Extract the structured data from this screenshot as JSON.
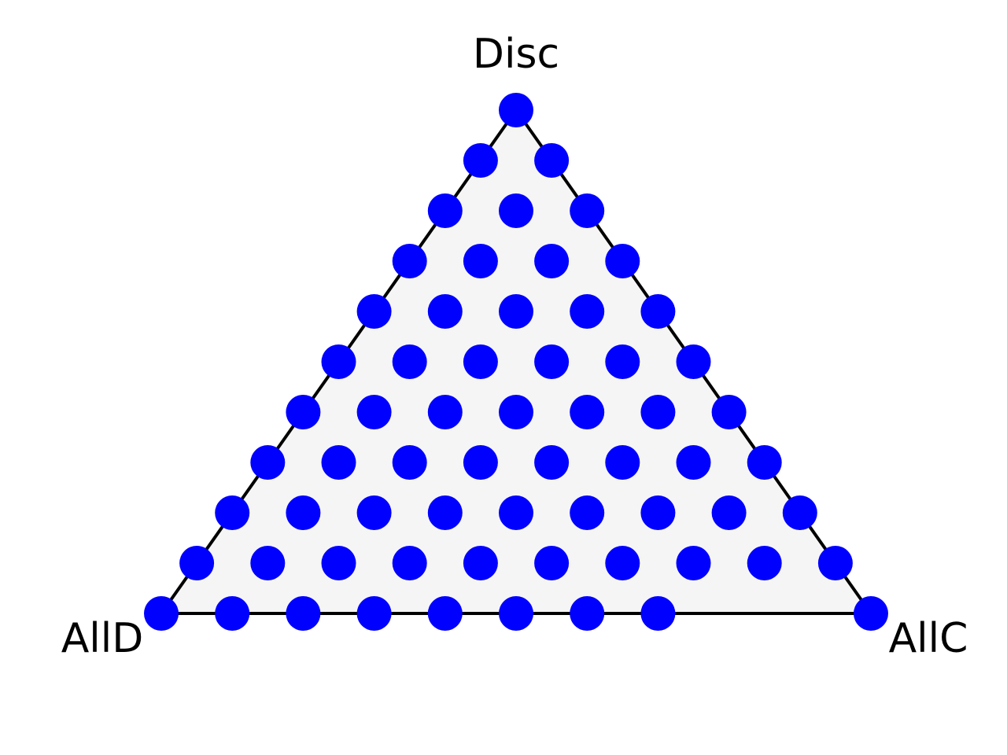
{
  "chart_data": {
    "type": "scatter",
    "title": "",
    "vertices": {
      "top": "Disc",
      "left": "AllD",
      "right": "AllC"
    },
    "grid_divisions": 10,
    "points_note_excluded": [],
    "points": [
      {
        "allc": 0.0,
        "disc": 1.0
      },
      {
        "allc": 0.0,
        "disc": 0.9
      },
      {
        "allc": 0.1,
        "disc": 0.9
      },
      {
        "allc": 0.0,
        "disc": 0.8
      },
      {
        "allc": 0.1,
        "disc": 0.8
      },
      {
        "allc": 0.2,
        "disc": 0.8
      },
      {
        "allc": 0.0,
        "disc": 0.7
      },
      {
        "allc": 0.1,
        "disc": 0.7
      },
      {
        "allc": 0.2,
        "disc": 0.7
      },
      {
        "allc": 0.3,
        "disc": 0.7
      },
      {
        "allc": 0.0,
        "disc": 0.6
      },
      {
        "allc": 0.1,
        "disc": 0.6
      },
      {
        "allc": 0.2,
        "disc": 0.6
      },
      {
        "allc": 0.3,
        "disc": 0.6
      },
      {
        "allc": 0.4,
        "disc": 0.6
      },
      {
        "allc": 0.0,
        "disc": 0.5
      },
      {
        "allc": 0.1,
        "disc": 0.5
      },
      {
        "allc": 0.2,
        "disc": 0.5
      },
      {
        "allc": 0.3,
        "disc": 0.5
      },
      {
        "allc": 0.4,
        "disc": 0.5
      },
      {
        "allc": 0.5,
        "disc": 0.5
      },
      {
        "allc": 0.0,
        "disc": 0.4
      },
      {
        "allc": 0.1,
        "disc": 0.4
      },
      {
        "allc": 0.2,
        "disc": 0.4
      },
      {
        "allc": 0.3,
        "disc": 0.4
      },
      {
        "allc": 0.4,
        "disc": 0.4
      },
      {
        "allc": 0.5,
        "disc": 0.4
      },
      {
        "allc": 0.6,
        "disc": 0.4
      },
      {
        "allc": 0.0,
        "disc": 0.3
      },
      {
        "allc": 0.1,
        "disc": 0.3
      },
      {
        "allc": 0.2,
        "disc": 0.3
      },
      {
        "allc": 0.3,
        "disc": 0.3
      },
      {
        "allc": 0.4,
        "disc": 0.3
      },
      {
        "allc": 0.5,
        "disc": 0.3
      },
      {
        "allc": 0.6,
        "disc": 0.3
      },
      {
        "allc": 0.7,
        "disc": 0.3
      },
      {
        "allc": 0.0,
        "disc": 0.2
      },
      {
        "allc": 0.1,
        "disc": 0.2
      },
      {
        "allc": 0.2,
        "disc": 0.2
      },
      {
        "allc": 0.3,
        "disc": 0.2
      },
      {
        "allc": 0.4,
        "disc": 0.2
      },
      {
        "allc": 0.5,
        "disc": 0.2
      },
      {
        "allc": 0.6,
        "disc": 0.2
      },
      {
        "allc": 0.7,
        "disc": 0.2
      },
      {
        "allc": 0.8,
        "disc": 0.2
      },
      {
        "allc": 0.0,
        "disc": 0.1
      },
      {
        "allc": 0.1,
        "disc": 0.1
      },
      {
        "allc": 0.2,
        "disc": 0.1
      },
      {
        "allc": 0.3,
        "disc": 0.1
      },
      {
        "allc": 0.4,
        "disc": 0.1
      },
      {
        "allc": 0.5,
        "disc": 0.1
      },
      {
        "allc": 0.6,
        "disc": 0.1
      },
      {
        "allc": 0.7,
        "disc": 0.1
      },
      {
        "allc": 0.8,
        "disc": 0.1
      },
      {
        "allc": 0.9,
        "disc": 0.1
      },
      {
        "allc": 0.0,
        "disc": 0.0
      },
      {
        "allc": 0.1,
        "disc": 0.0
      },
      {
        "allc": 0.2,
        "disc": 0.0
      },
      {
        "allc": 0.3,
        "disc": 0.0
      },
      {
        "allc": 0.4,
        "disc": 0.0
      },
      {
        "allc": 0.5,
        "disc": 0.0
      },
      {
        "allc": 0.6,
        "disc": 0.0
      },
      {
        "allc": 0.7,
        "disc": 0.0
      },
      {
        "allc": 1.0,
        "disc": 0.0
      }
    ],
    "colors": {
      "point": "#0000ff",
      "fill": "#f5f5f5",
      "edge": "#000000"
    },
    "grid": false,
    "legend": "none"
  }
}
